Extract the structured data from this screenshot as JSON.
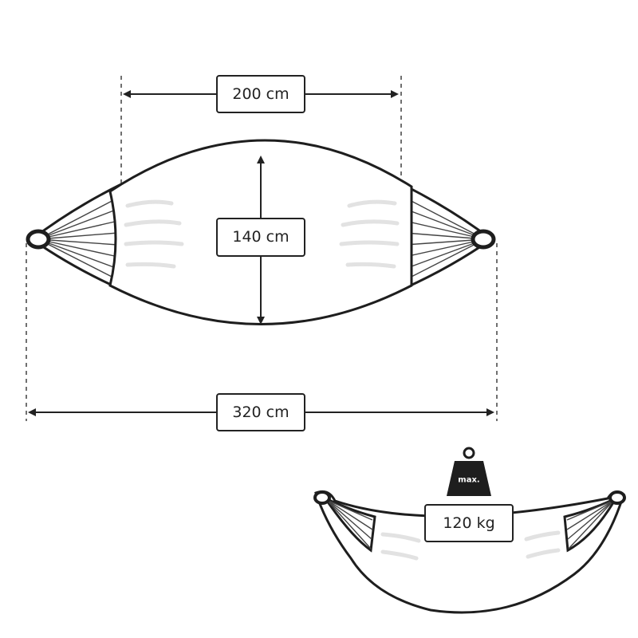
{
  "dimensions": {
    "bed_length": "200 cm",
    "bed_width": "140 cm",
    "total_length": "320 cm"
  },
  "load": {
    "max_label": "max.",
    "capacity": "120 kg"
  }
}
